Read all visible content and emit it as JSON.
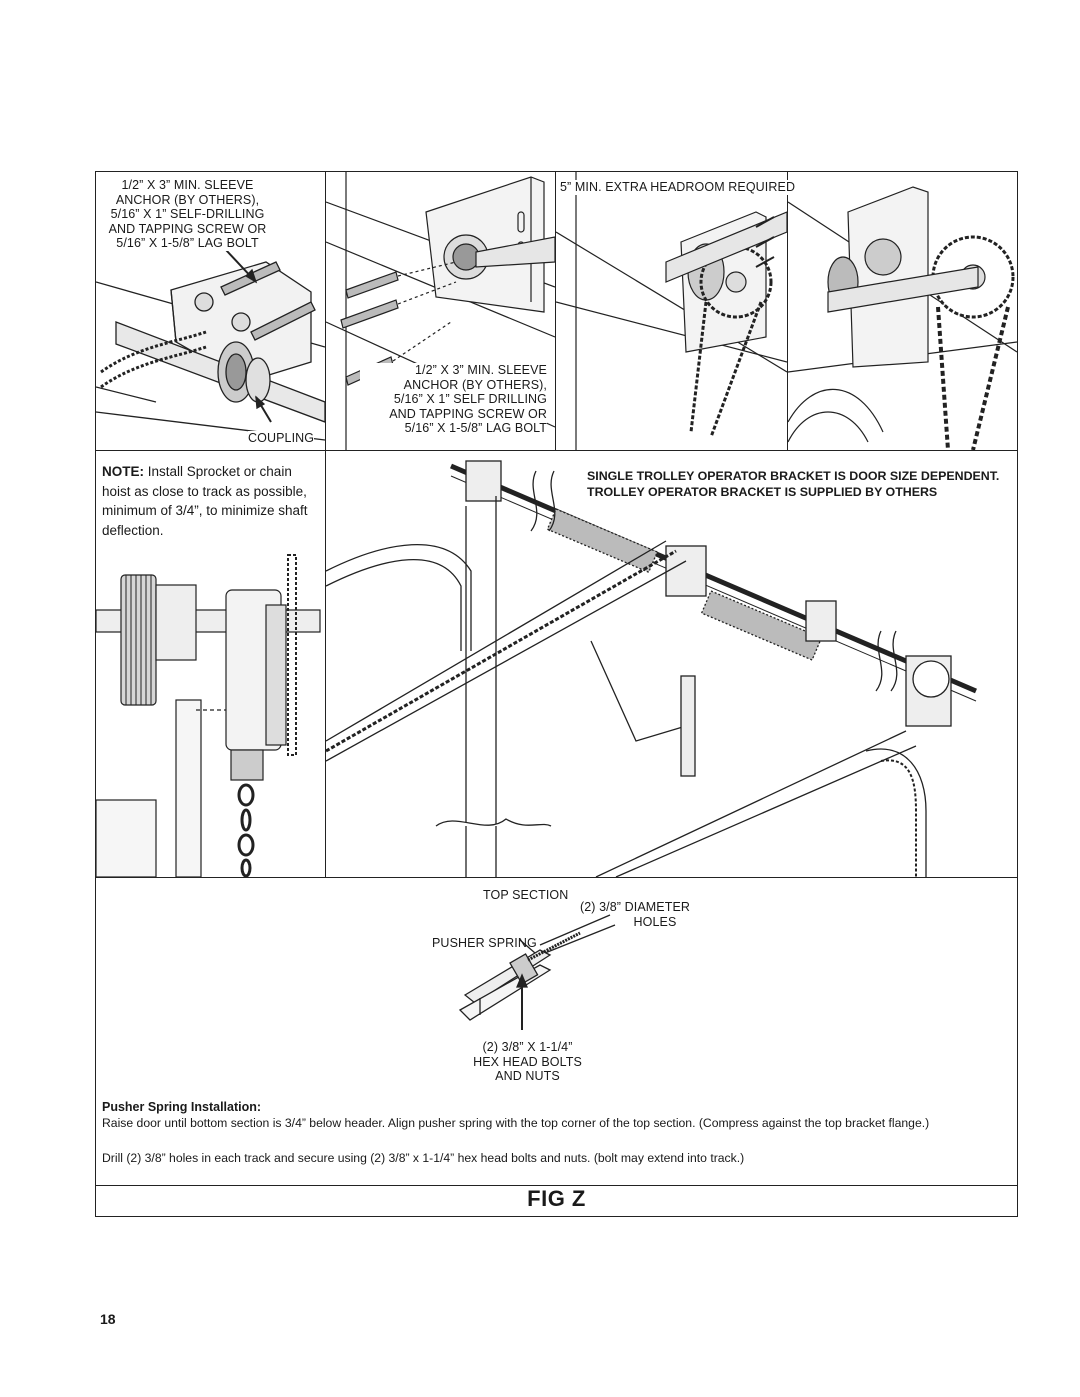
{
  "panel_top_left": {
    "sleeve_label": [
      "1/2” X 3” MIN. SLEEVE",
      "ANCHOR (BY OTHERS),",
      "5/16” X 1” SELF-DRILLING",
      "AND TAPPING SCREW OR",
      "5/16” X 1-5/8” LAG BOLT"
    ],
    "coupling_label": "COUPLING"
  },
  "panel_top_middle": {
    "sleeve_label": [
      "1/2” X 3” MIN. SLEEVE",
      "ANCHOR (BY OTHERS),",
      "5/16” X 1” SELF DRILLING",
      "AND TAPPING SCREW OR",
      "5/16” X 1-5/8” LAG BOLT"
    ]
  },
  "panel_top_right": {
    "headroom_label": "5” MIN. EXTRA HEADROOM REQUIRED"
  },
  "note": {
    "prefix": "NOTE:",
    "text": " Install Sprocket or chain hoist as close to track as possible, minimum of 3/4”, to minimize shaft deflection."
  },
  "trolley_notice": {
    "line1": "SINGLE TROLLEY OPERATOR BRACKET IS DOOR SIZE DEPENDENT.",
    "line2": "TROLLEY OPERATOR BRACKET IS SUPPLIED BY OTHERS"
  },
  "pusher_diagram": {
    "top_section": "TOP SECTION",
    "holes": [
      "(2) 3/8” DIAMETER",
      "HOLES"
    ],
    "pusher_spring": "PUSHER SPRING",
    "bolts": [
      "(2) 3/8” X 1-1/4”",
      "HEX HEAD BOLTS",
      "AND NUTS"
    ]
  },
  "pusher_installation": {
    "title": "Pusher Spring Installation:",
    "paragraph1": "Raise door until bottom section is 3/4” below header. Align pusher spring with the top corner of the top section. (Compress against the top bracket flange.)",
    "paragraph2": "Drill (2) 3/8” holes in each track and secure using (2) 3/8” x 1-1/4” hex head bolts and nuts. (bolt may extend into track.)"
  },
  "figure_label": "FIG Z",
  "page_number": "18"
}
